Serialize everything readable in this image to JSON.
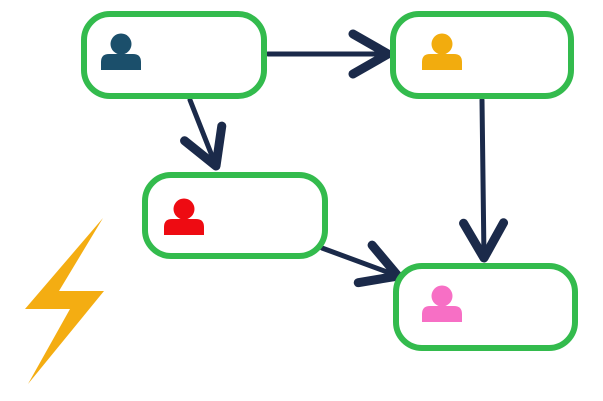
{
  "colors": {
    "background": "#ffffff",
    "node_border": "#33bb4d",
    "node_fill": "#ffffff",
    "arrow": "#1b2a4a",
    "lightning": "#f4ad12"
  },
  "nodes": [
    {
      "id": "node-a",
      "label": "",
      "icon": "person-icon",
      "icon_color": "#1b4f6b"
    },
    {
      "id": "node-b",
      "label": "",
      "icon": "person-icon",
      "icon_color": "#f2ac0e"
    },
    {
      "id": "node-c",
      "label": "",
      "icon": "person-icon",
      "icon_color": "#ee0b12"
    },
    {
      "id": "node-d",
      "label": "",
      "icon": "person-icon",
      "icon_color": "#f76fc5"
    }
  ],
  "edges": [
    {
      "from": "node-a",
      "to": "node-b"
    },
    {
      "from": "node-a",
      "to": "node-c"
    },
    {
      "from": "node-b",
      "to": "node-d"
    },
    {
      "from": "node-c",
      "to": "node-d"
    }
  ],
  "decoration": {
    "icon": "lightning-bolt-icon"
  }
}
